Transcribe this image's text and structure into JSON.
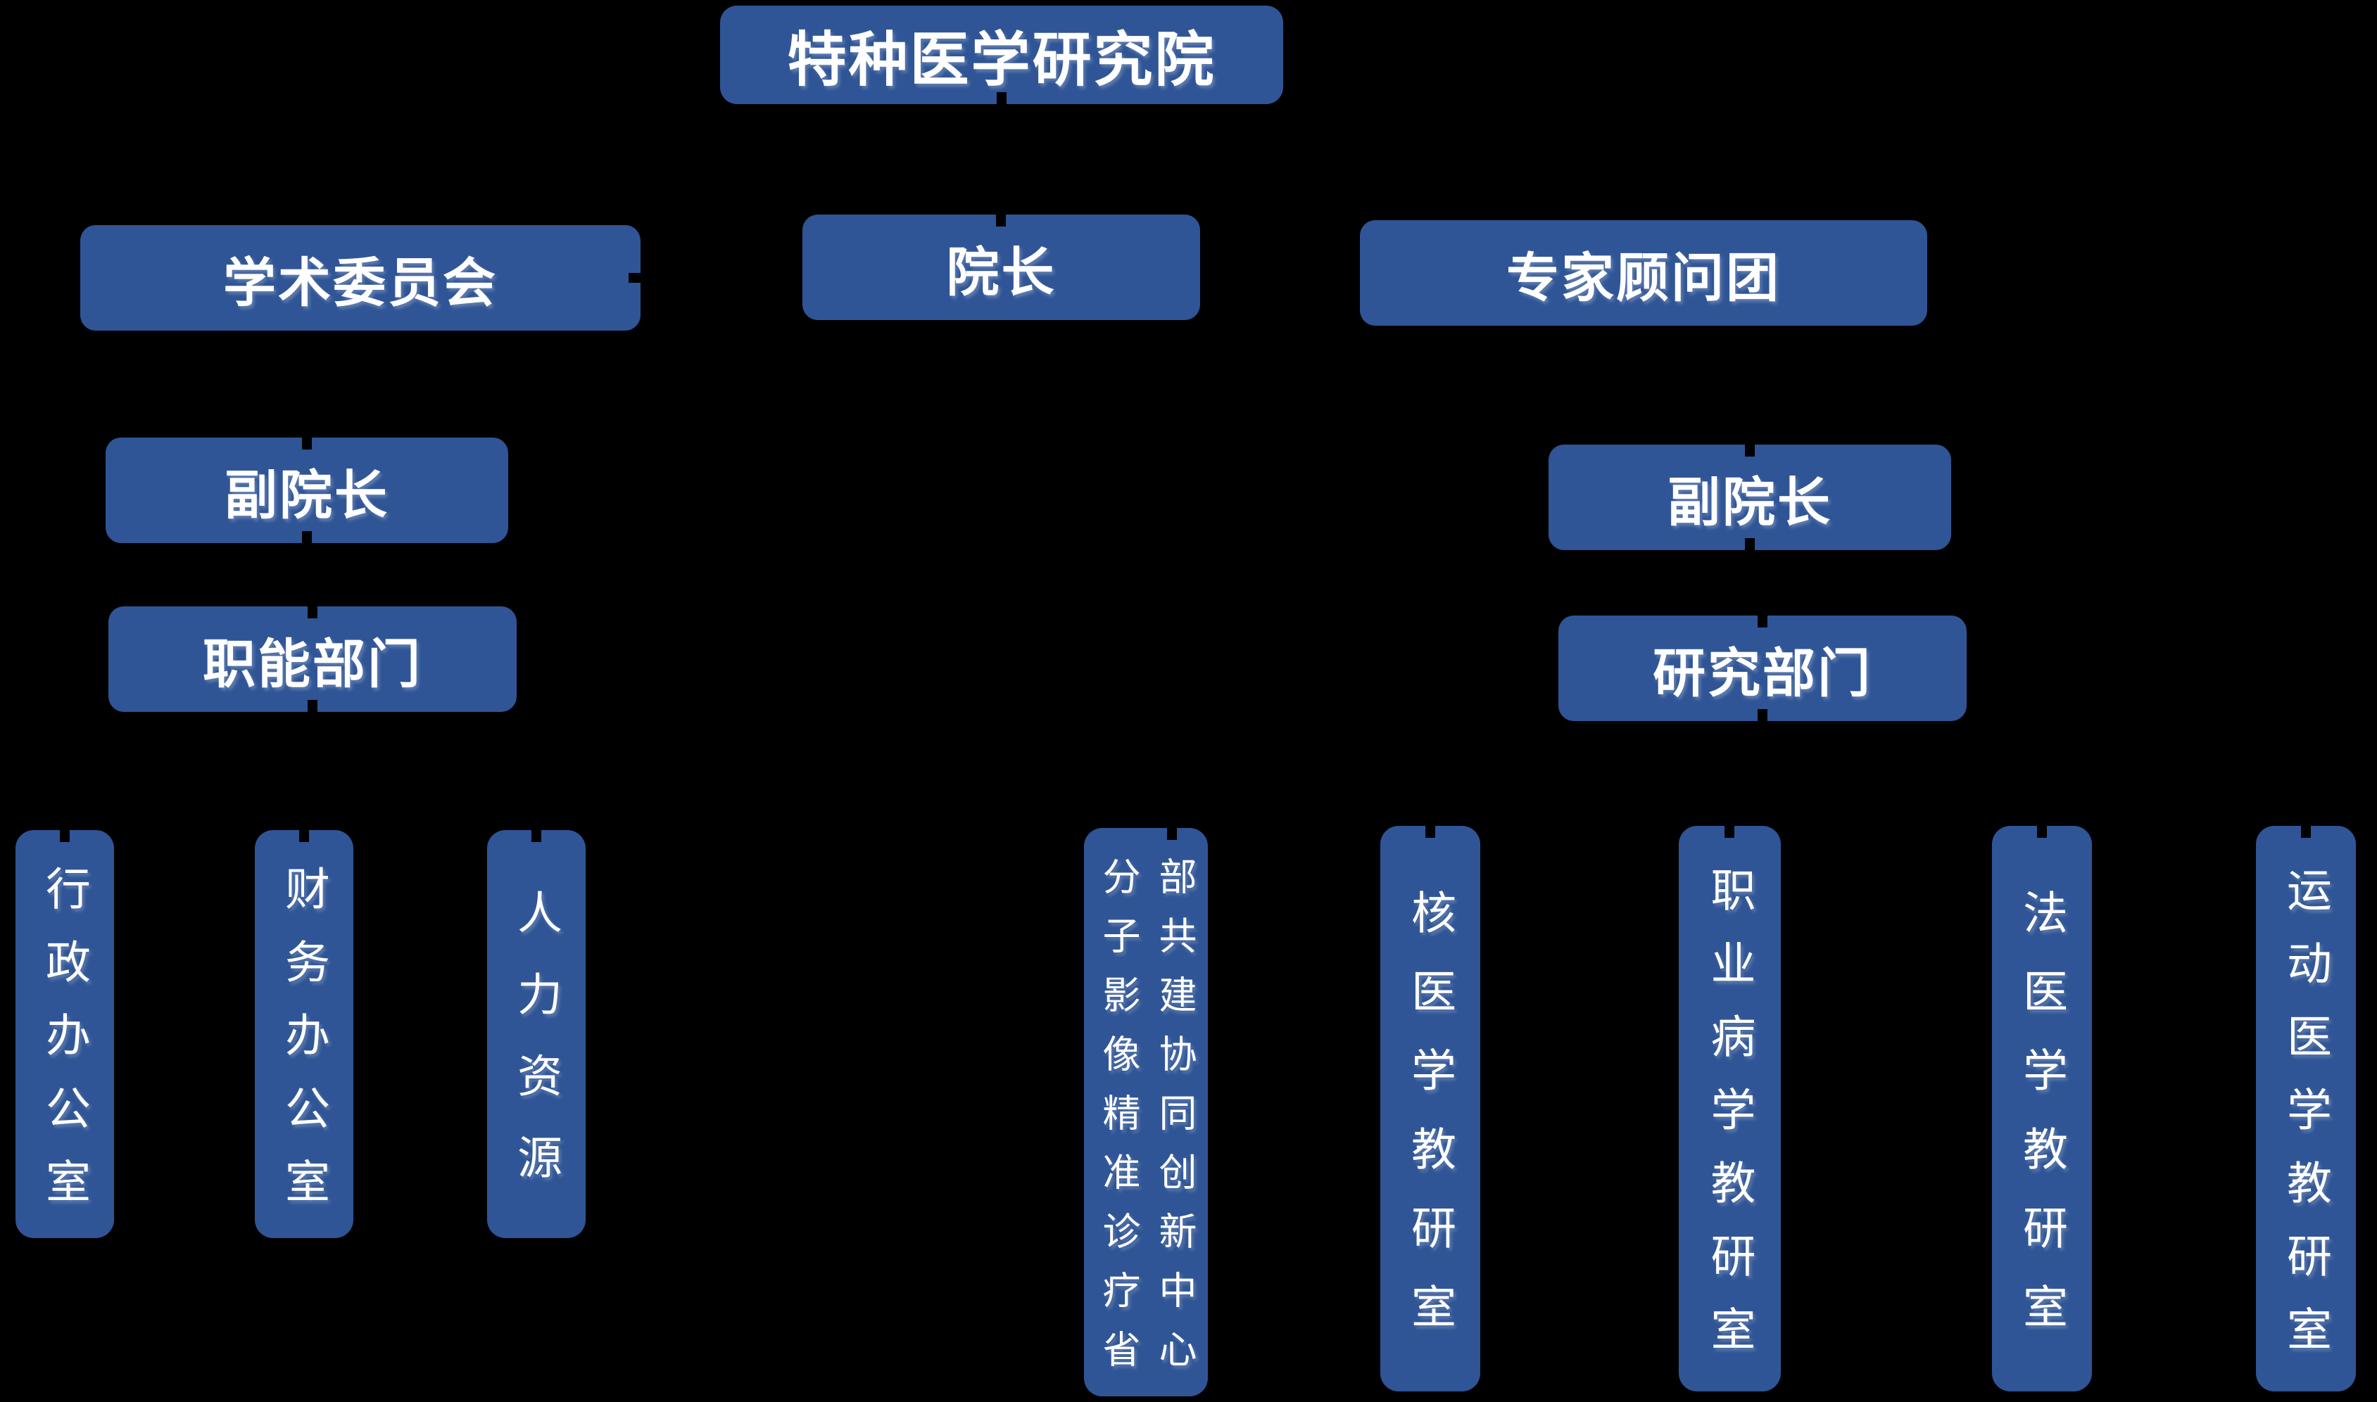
{
  "colors": {
    "background": "#000000",
    "node_fill": "#2F5596",
    "node_text": "#FFFFFF",
    "connector": "#000000"
  },
  "org_chart": {
    "root": {
      "label": "特种医学研究院"
    },
    "row2": {
      "committee": "学术委员会",
      "dean": "院长",
      "advisors": "专家顾问团"
    },
    "left_branch": {
      "vice_dean": "副院长",
      "department": "职能部门",
      "units": [
        "行政办公室",
        "财务办公室",
        "人力资源"
      ]
    },
    "right_branch": {
      "vice_dean": "副院长",
      "department": "研究部门",
      "units": [
        "核医学教研室",
        "职业病学教研室",
        "法医学教研室",
        "运动医学教研室"
      ]
    },
    "center_unit": {
      "column_left": "分子影像精准诊疗省",
      "column_right": "部共建协同创新中心",
      "reading": "分子影像精准诊疗省部共建协同创新中心"
    }
  }
}
